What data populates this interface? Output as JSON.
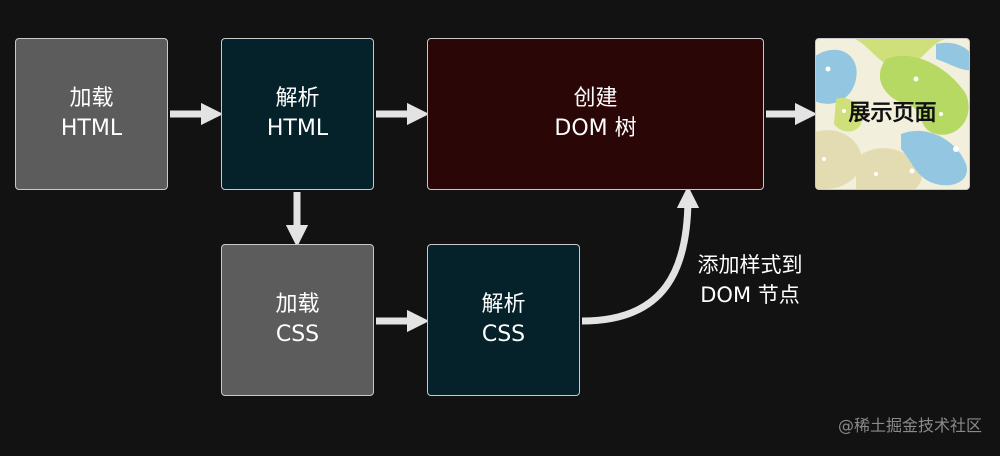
{
  "nodes": {
    "load_html": {
      "line1": "加载",
      "line2": "HTML"
    },
    "parse_html": {
      "line1": "解析",
      "line2": "HTML"
    },
    "create_dom": {
      "line1": "创建",
      "line2": "DOM 树"
    },
    "show_page": {
      "label": "展示页面"
    },
    "load_css": {
      "line1": "加载",
      "line2": "CSS"
    },
    "parse_css": {
      "line1": "解析",
      "line2": "CSS"
    }
  },
  "edge_label": {
    "line1": "添加样式到",
    "line2": "DOM 节点"
  },
  "watermark": "@稀土掘金技术社区",
  "colors": {
    "background": "#121212",
    "gray_box": "#5c5c5c",
    "teal_box": "#052129",
    "maroon_box": "#2a0606",
    "arrow": "#e3e3e3",
    "border": "#c9c9c9"
  }
}
